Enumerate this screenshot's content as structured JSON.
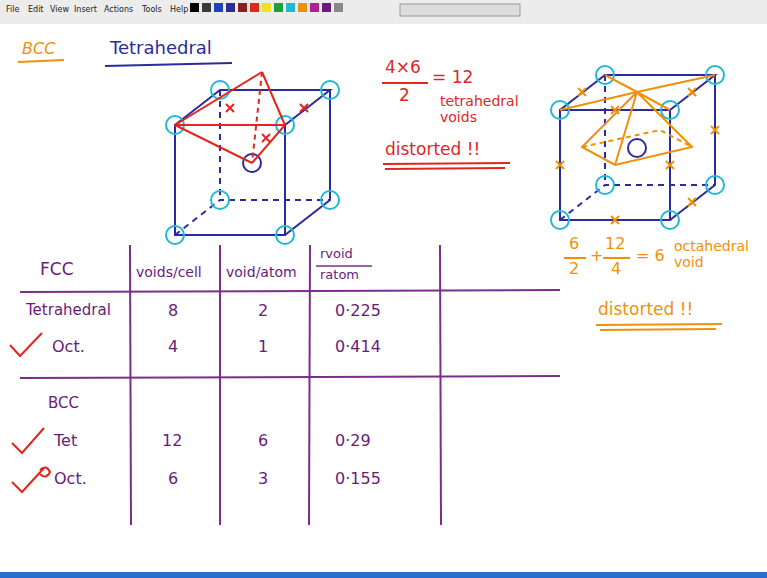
{
  "diagram": {
    "title": "BCC",
    "labels": [
      "File",
      "Edit",
      "View",
      "Insert",
      "Actions",
      "Tools",
      "Help",
      "Tetrahedral",
      "4×6",
      "= 12",
      "2",
      "tetrahedral voids",
      "distorted !!",
      "6",
      "2",
      "+",
      "12",
      "4",
      "= 6",
      "octahedral void",
      "distorted !!",
      "FCC",
      "voids/cell",
      "void/atom",
      "rvoid",
      "ratom",
      "Tetrahedral",
      "8",
      "2",
      "0·225",
      "Oct.",
      "4",
      "1",
      "0·414",
      "BCC",
      "Tet",
      "12",
      "6",
      "0·29",
      "Oct.",
      "6",
      "3",
      "0·155"
    ]
  }
}
